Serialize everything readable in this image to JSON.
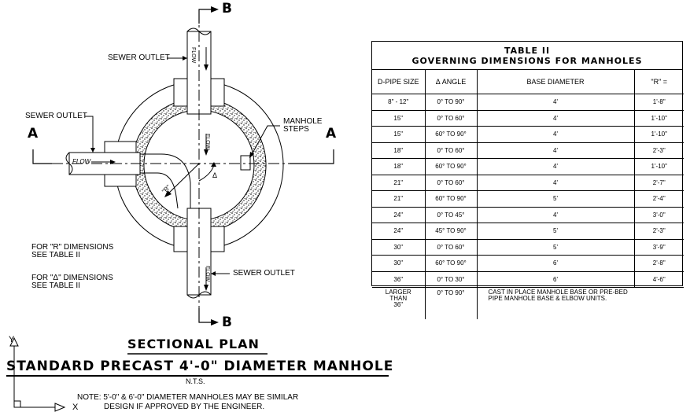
{
  "labels": {
    "sewer_outlet_top": "SEWER OUTLET",
    "sewer_outlet_left": "SEWER OUTLET",
    "sewer_outlet_bottom": "SEWER OUTLET",
    "manhole_steps": "MANHOLE\nSTEPS",
    "flow_left": "FLOW",
    "flow_top": "FLOW",
    "flow_center": "FLOW",
    "flow_bottom": "FLOW",
    "r_label": "\"R\"",
    "delta_label": "Δ",
    "section_a": "A",
    "section_b": "B",
    "note_r_1": "FOR \"R\" DIMENSIONS",
    "note_r_2": "SEE TABLE II",
    "note_d_1": "FOR \"Δ\" DIMENSIONS",
    "note_d_2": "SEE TABLE II"
  },
  "title": {
    "line1": "SECTIONAL PLAN",
    "line2": "STANDARD PRECAST 4'-0\" DIAMETER MANHOLE",
    "nts": "N.T.S.",
    "note1": "NOTE: 5'-0\" & 6'-0\" DIAMETER MANHOLES MAY BE SIMILAR",
    "note2": "DESIGN IF APPROVED BY THE ENGINEER."
  },
  "axes": {
    "x": "X",
    "y": "Y"
  },
  "table": {
    "title1": "TABLE II",
    "title2": "GOVERNING DIMENSIONS FOR MANHOLES",
    "headers": [
      "D-PIPE SIZE",
      "Δ ANGLE",
      "BASE DIAMETER",
      "\"R\" ="
    ],
    "rows": [
      [
        "8\" - 12\"",
        "0° TO 90°",
        "4'",
        "1'-8\""
      ],
      [
        "15\"",
        "0° TO 60°",
        "4'",
        "1'-10\""
      ],
      [
        "15\"",
        "60° TO 90°",
        "4'",
        "1'-10\""
      ],
      [
        "18\"",
        "0° TO 60°",
        "4'",
        "2'-3\""
      ],
      [
        "18\"",
        "60° TO 90°",
        "4'",
        "1'-10\""
      ],
      [
        "21\"",
        "0° TO 60°",
        "4'",
        "2'-7\""
      ],
      [
        "21\"",
        "60° TO 90°",
        "5'",
        "2'-4\""
      ],
      [
        "24\"",
        "0° TO 45°",
        "4'",
        "3'-0\""
      ],
      [
        "24\"",
        "45° TO 90°",
        "5'",
        "2'-3\""
      ],
      [
        "30\"",
        "0° TO 60°",
        "5'",
        "3'-9\""
      ],
      [
        "30\"",
        "60° TO 90°",
        "6'",
        "2'-8\""
      ],
      [
        "36\"",
        "0° TO 30°",
        "6'",
        "4'-6\""
      ]
    ],
    "last_row": {
      "size": "LARGER\nTHAN\n36\"",
      "angle": "0° TO 90°",
      "remark": "CAST IN PLACE MANHOLE BASE OR PRE-BED\nPIPE MANHOLE BASE & ELBOW UNITS."
    }
  }
}
